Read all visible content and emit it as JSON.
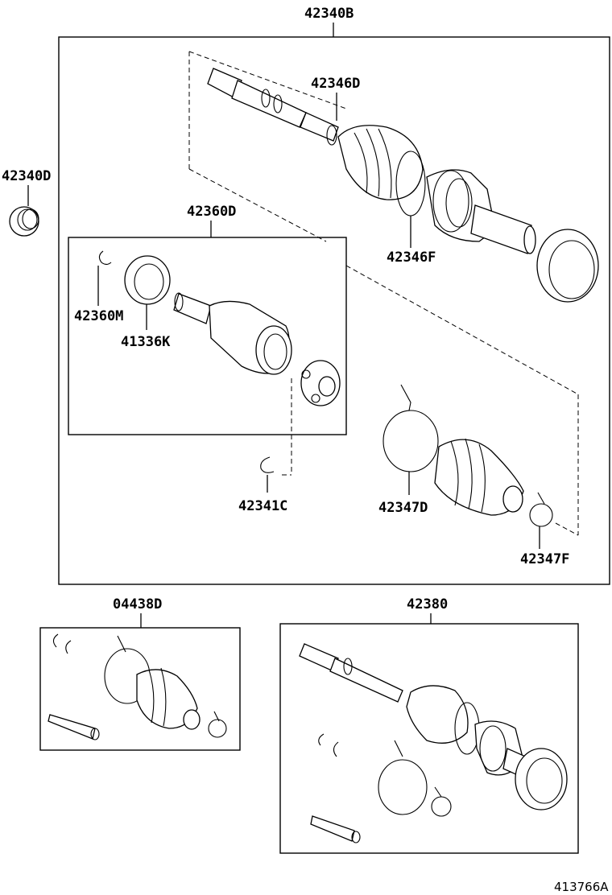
{
  "labels": {
    "assy_main": "42340B",
    "bearing": "42340D",
    "clamp_d": "42346D",
    "inner_joint": "42360D",
    "clamp_f": "42346F",
    "snap_ring": "42360M",
    "dust_seal": "41336K",
    "ring_c": "42341C",
    "boot_clamp_d": "42347D",
    "boot_clamp_f": "42347F",
    "boot_kit": "04438D",
    "shaft_assy": "42380"
  },
  "diagram_id": "413766A"
}
